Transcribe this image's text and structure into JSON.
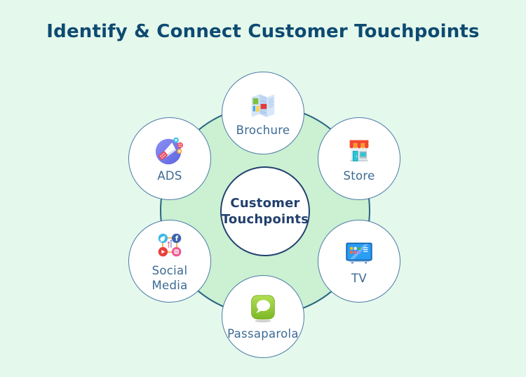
{
  "title": "Identify & Connect Customer Touchpoints",
  "center": {
    "label": "Customer\nTouchpoints"
  },
  "nodes": [
    {
      "id": "brochure",
      "label": "Brochure",
      "icon": "brochure-icon"
    },
    {
      "id": "store",
      "label": "Store",
      "icon": "storefront-icon"
    },
    {
      "id": "tv",
      "label": "TV",
      "icon": "tv-icon"
    },
    {
      "id": "passaparola",
      "label": "Passaparola",
      "icon": "chat-bubble-icon"
    },
    {
      "id": "social-media",
      "label": "Social\nMedia",
      "icon": "social-network-icon"
    },
    {
      "id": "ads",
      "label": "ADS",
      "icon": "megaphone-icon"
    }
  ],
  "colors": {
    "background": "#e4f8ec",
    "title_color": "#0e4a71",
    "hub_fill": "#cbf0d2",
    "hub_border": "#2a6580",
    "node_border": "#4d7ca6",
    "node_fill": "#ffffff",
    "center_border": "#22406e",
    "center_text": "#22406e",
    "label_color": "#3c6a94"
  }
}
